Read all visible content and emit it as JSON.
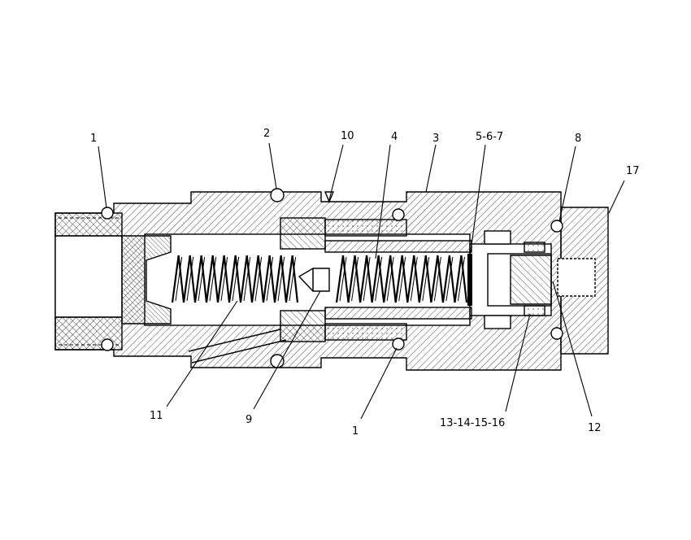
{
  "callouts": {
    "c1_left": "1",
    "c2": "2",
    "c10": "10",
    "c4": "4",
    "c3": "3",
    "c5_6_7": "5-6-7",
    "c8": "8",
    "c17": "17",
    "c11": "11",
    "c9": "9",
    "c1_bottom": "1",
    "c13_16": "13-14-15-16",
    "c12": "12"
  },
  "colors": {
    "line": "#000000",
    "background": "#ffffff"
  }
}
